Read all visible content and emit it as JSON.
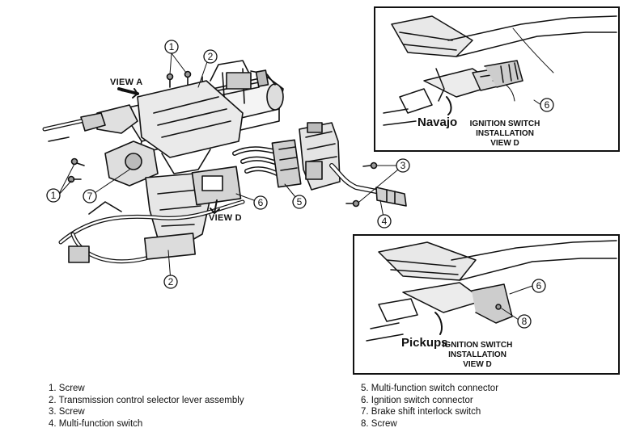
{
  "main_view": {
    "view_a_label": "VIEW A",
    "view_d_label": "VIEW D",
    "callouts": [
      "1",
      "2",
      "1",
      "7",
      "2",
      "6",
      "5",
      "3",
      "4"
    ]
  },
  "inset_navajo": {
    "brand": "Navajo",
    "title_line1": "IGNITION SWITCH",
    "title_line2": "INSTALLATION",
    "title_line3": "VIEW D",
    "callouts": [
      "6"
    ]
  },
  "inset_pickups": {
    "brand": "Pickups",
    "title_line1": "IGNITION SWITCH",
    "title_line2": "INSTALLATION",
    "title_line3": "VIEW D",
    "callouts": [
      "6",
      "8"
    ]
  },
  "legend": {
    "left": [
      "1. Screw",
      "2. Transmission control selector lever assembly",
      "3. Screw",
      "4. Multi-function switch"
    ],
    "right": [
      "5. Multi-function switch connector",
      "6. Ignition switch connector",
      "7. Brake shift interlock switch",
      "8. Screw"
    ]
  }
}
